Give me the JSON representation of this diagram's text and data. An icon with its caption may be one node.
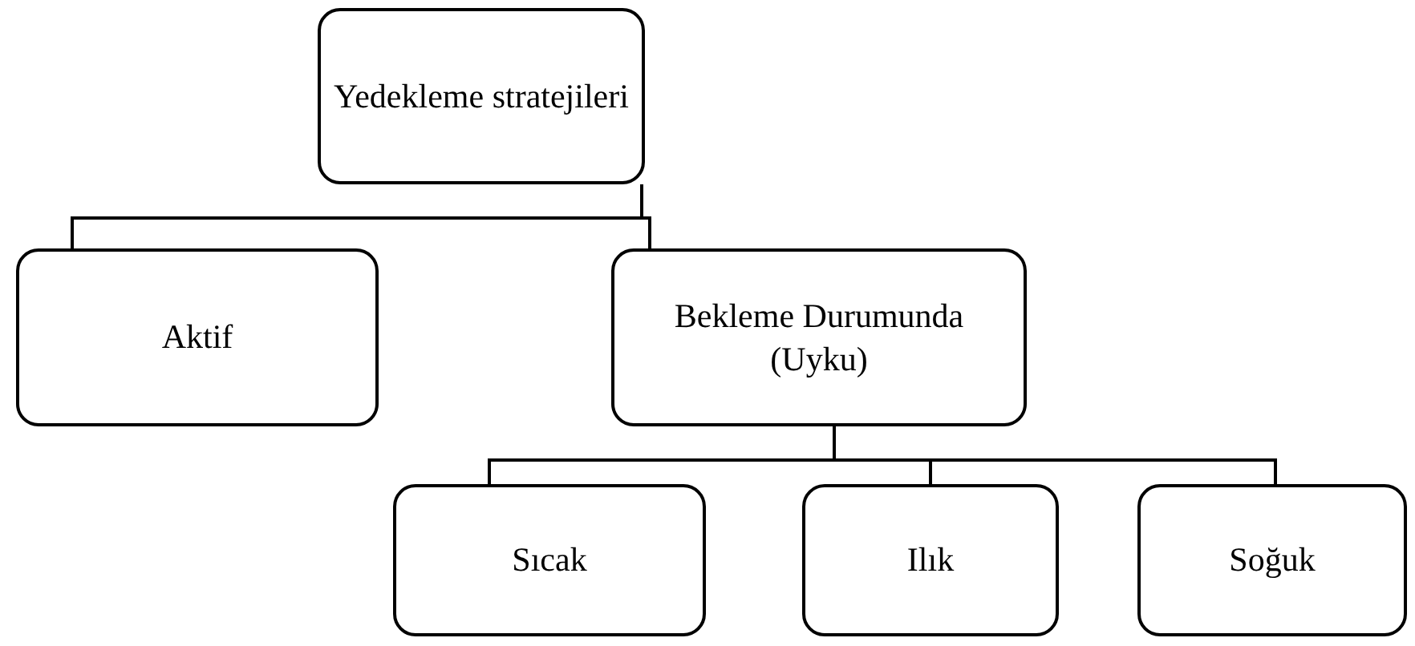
{
  "diagram": {
    "nodes": [
      {
        "text": [
          "Yedekleme stratejileri"
        ]
      },
      {
        "text": [
          "Aktif"
        ]
      },
      {
        "text": [
          "Bekleme Durumunda (Uyku)"
        ]
      },
      {
        "text": [
          "Sıcak"
        ]
      },
      {
        "text": [
          "Ilık"
        ]
      },
      {
        "text": [
          "Soğuk"
        ]
      }
    ],
    "edges": [
      {
        "from": 0,
        "to": 1,
        "arrow": "none"
      },
      {
        "from": 0,
        "to": 2,
        "arrow": "none"
      },
      {
        "from": 2,
        "to": 3,
        "arrow": "none"
      },
      {
        "from": 2,
        "to": 4,
        "arrow": "none"
      },
      {
        "from": 2,
        "to": 5,
        "arrow": "none"
      }
    ]
  }
}
